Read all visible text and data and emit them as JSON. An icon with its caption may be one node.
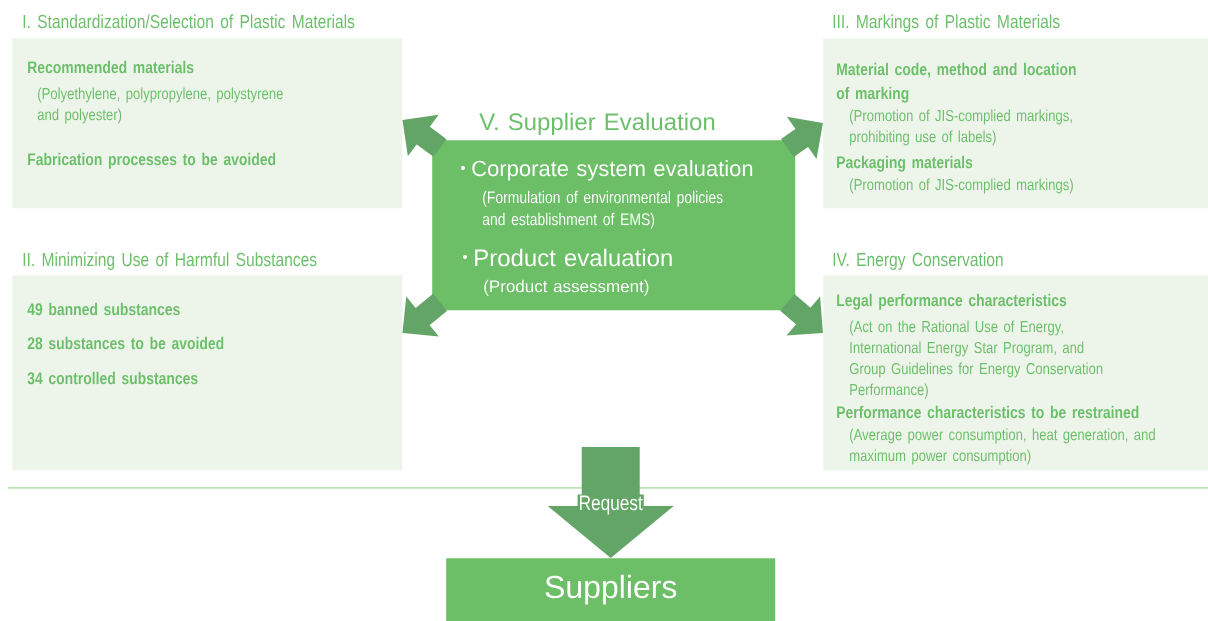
{
  "diagram": {
    "nodes": [
      {
        "text": [
          "I. Standardization/Selection of Plastic Materials",
          "Recommended materials",
          "(Polyethylene, polypropylene, polystyrene and polyester)",
          "Fabrication processes to be avoided"
        ]
      },
      {
        "text": [
          "III. Markings of Plastic Materials",
          "Material code, method and location of marking",
          "(Promotion of JIS-complied markings, prohibiting use of labels)",
          "Packaging materials",
          "(Promotion of JIS-complied markings)"
        ]
      },
      {
        "text": [
          "V. Supplier Evaluation",
          "Corporate system evaluation",
          "(Formulation of environmental policies and establishment of EMS)",
          "Product evaluation",
          "(Product assessment)"
        ]
      },
      {
        "text": [
          "II. Minimizing Use of Harmful Substances",
          "49 banned substances",
          "28 substances to be avoided",
          "34 controlled substances"
        ]
      },
      {
        "text": [
          "IV. Energy Conservation",
          "Legal performance characteristics",
          "(Act on the Rational Use of Energy, International Energy Star Program, and Group Guidelines for Energy Conservation Performance)",
          "Performance characteristics to be restrained",
          "(Average power consumption, heat generation, and maximum power consumption)"
        ]
      },
      {
        "text": [
          "Suppliers"
        ]
      }
    ],
    "edges": [
      {
        "from": 2,
        "to": 0,
        "arrow": "to"
      },
      {
        "from": 2,
        "to": 1,
        "arrow": "to"
      },
      {
        "from": 2,
        "to": 3,
        "arrow": "to"
      },
      {
        "from": 2,
        "to": 4,
        "arrow": "to"
      },
      {
        "from": null,
        "to": 5,
        "arrow": "to",
        "label": "Request",
        "style": "thick"
      }
    ]
  }
}
